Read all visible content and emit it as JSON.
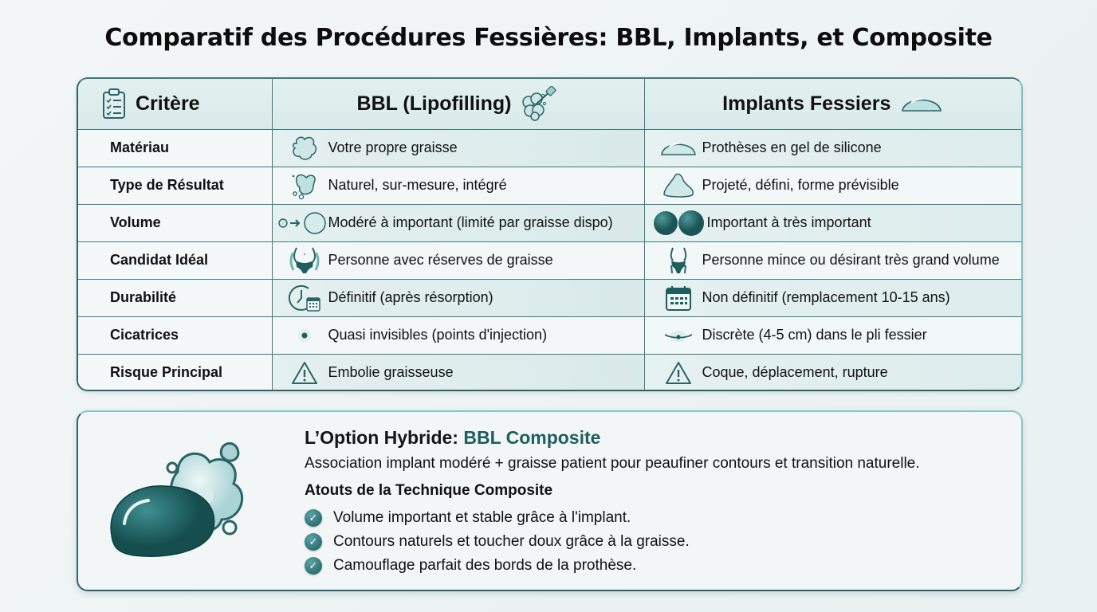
{
  "title": "Comparatif des Procédures Fessières: BBL, Implants, et Composite",
  "colors": {
    "accent": "#1f5e5f",
    "border": "#3d7b7d",
    "row_tint": "#dcebeb",
    "background": "#eef3f4"
  },
  "table": {
    "headers": [
      {
        "label": "Critère",
        "icon": "clipboard-checklist-icon"
      },
      {
        "label": "BBL (Lipofilling)",
        "icon": "fat-cells-syringe-icon"
      },
      {
        "label": "Implants Fessiers",
        "icon": "silicone-implant-icon"
      }
    ],
    "rows": [
      {
        "criterion": "Matériau",
        "bbl": {
          "icon": "fat-cluster-icon",
          "text": "Votre propre graisse"
        },
        "implant": {
          "icon": "silicone-implant-icon",
          "text": "Prothèses en gel de silicone"
        }
      },
      {
        "criterion": "Type de Résultat",
        "bbl": {
          "icon": "organic-shape-icon",
          "text": "Naturel, sur-mesure, intégré"
        },
        "implant": {
          "icon": "teardrop-implant-icon",
          "text": "Projeté, défini, forme prévisible"
        }
      },
      {
        "criterion": "Volume",
        "bbl": {
          "icon": "small-to-large-circle-icon",
          "text": "Modéré à important (limité par graisse dispo)"
        },
        "implant": {
          "icon": "two-spheres-icon",
          "text": "Important à très important"
        }
      },
      {
        "criterion": "Candidat Idéal",
        "bbl": {
          "icon": "curvy-body-icon",
          "text": "Personne avec réserves de graisse"
        },
        "implant": {
          "icon": "slim-body-icon",
          "text": "Personne mince ou désirant très grand volume"
        }
      },
      {
        "criterion": "Durabilité",
        "bbl": {
          "icon": "clock-calendar-icon",
          "text": "Définitif (après résorption)"
        },
        "implant": {
          "icon": "calendar-icon",
          "text": "Non définitif (remplacement 10-15 ans)"
        }
      },
      {
        "criterion": "Cicatrices",
        "bbl": {
          "icon": "injection-point-icon",
          "text": "Quasi invisibles (points d'injection)"
        },
        "implant": {
          "icon": "incision-line-icon",
          "text": "Discrète (4-5 cm) dans le pli fessier"
        }
      },
      {
        "criterion": "Risque Principal",
        "bbl": {
          "icon": "warning-triangle-icon",
          "text": "Embolie graisseuse"
        },
        "implant": {
          "icon": "warning-triangle-icon",
          "text": "Coque, déplacement, rupture"
        }
      }
    ]
  },
  "hybrid": {
    "title_prefix": "L’Option Hybride: ",
    "title_accent": "BBL Composite",
    "description": "Association implant modéré + graisse patient pour peaufiner contours et transition naturelle.",
    "subtitle": "Atouts de la Technique Composite",
    "icon": "implant-with-fat-icon",
    "benefits": [
      "Volume important et stable grâce à l'implant.",
      "Contours naturels et toucher doux grâce à la graisse.",
      "Camouflage parfait des bords de la prothèse."
    ],
    "check_icon": "check-circle-icon"
  }
}
